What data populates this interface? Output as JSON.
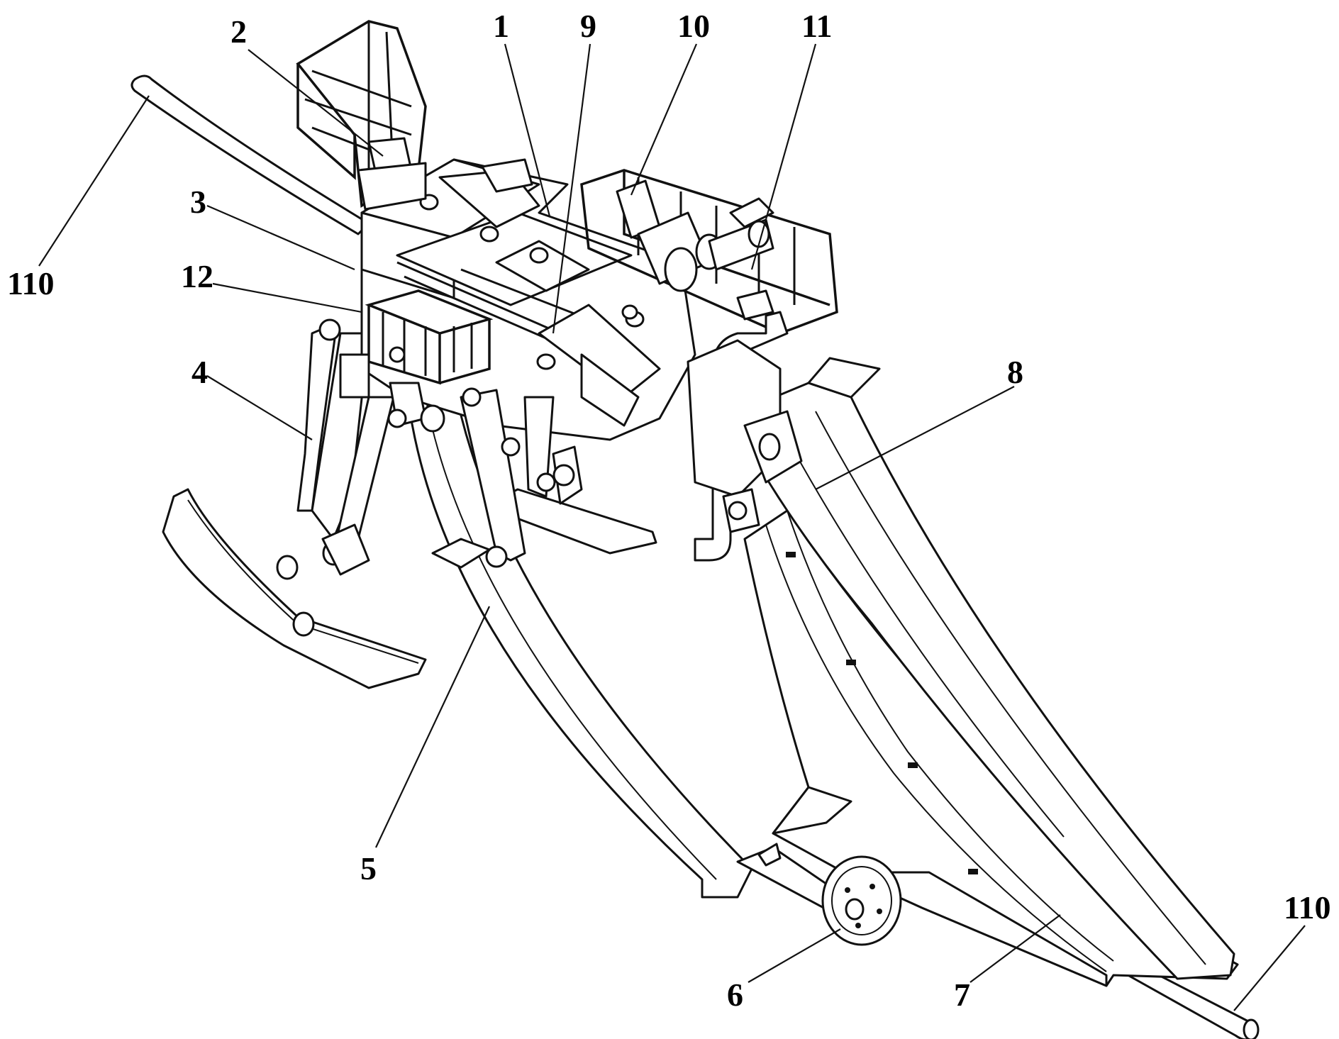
{
  "labels": {
    "l1": "1",
    "l2": "2",
    "l3": "3",
    "l4": "4",
    "l5": "5",
    "l6": "6",
    "l7": "7",
    "l8": "8",
    "l9": "9",
    "l10": "10",
    "l11": "11",
    "l12": "12",
    "l110_left": "110",
    "l110_right": "110"
  }
}
